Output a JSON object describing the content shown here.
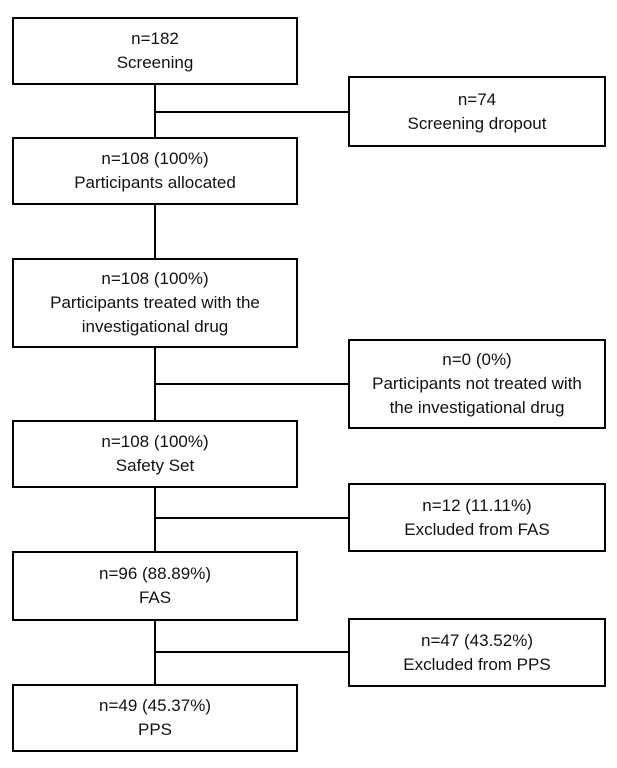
{
  "diagram": {
    "type": "participant-flow-diagram",
    "colors": {
      "background": "#ffffff",
      "box_border": "#000000",
      "box_fill": "#ffffff",
      "connector": "#000000",
      "text": "#111111"
    },
    "main_flow": [
      {
        "n": "n=182",
        "label": "Screening",
        "lines": [
          "n=182",
          "Screening"
        ]
      },
      {
        "n": "n=108 (100%)",
        "label": "Participants allocated",
        "lines": [
          "n=108 (100%)",
          "Participants allocated"
        ]
      },
      {
        "n": "n=108 (100%)",
        "label": "Participants treated with the investigational drug",
        "lines": [
          "n=108 (100%)",
          "Participants treated with the",
          "investigational drug"
        ]
      },
      {
        "n": "n=108 (100%)",
        "label": "Safety Set",
        "lines": [
          "n=108 (100%)",
          "Safety Set"
        ]
      },
      {
        "n": "n=96 (88.89%)",
        "label": "FAS",
        "lines": [
          "n=96 (88.89%)",
          "FAS"
        ]
      },
      {
        "n": "n=49 (45.37%)",
        "label": "PPS",
        "lines": [
          "n=49 (45.37%)",
          "PPS"
        ]
      }
    ],
    "side_flow": [
      {
        "n": "n=74",
        "label": "Screening dropout",
        "lines": [
          "n=74",
          "Screening dropout"
        ]
      },
      {
        "n": "n=0 (0%)",
        "label": "Participants not treated with the investigational drug",
        "lines": [
          "n=0 (0%)",
          "Participants not treated with",
          "the investigational drug"
        ]
      },
      {
        "n": "n=12 (11.11%)",
        "label": "Excluded from FAS",
        "lines": [
          "n=12 (11.11%)",
          "Excluded from FAS"
        ]
      },
      {
        "n": "n=47 (43.52%)",
        "label": "Excluded from PPS",
        "lines": [
          "n=47 (43.52%)",
          "Excluded from PPS"
        ]
      }
    ]
  }
}
